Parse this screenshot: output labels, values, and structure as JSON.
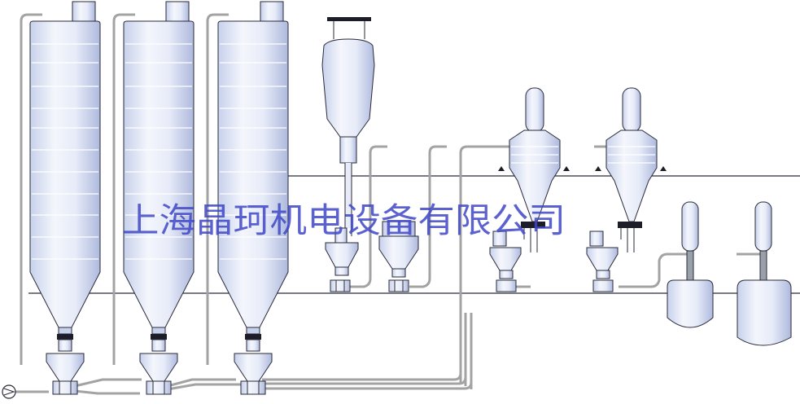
{
  "company_watermark": "上海晶珂机电设备有限公司",
  "colors": {
    "vessel_fill_light": "#eef2fb",
    "vessel_fill_mid": "#c9d3ee",
    "vessel_stroke": "#2a2a3a",
    "pipe": "#a8a8a8",
    "floor_line": "#2a2a3a",
    "band": "#ffffff",
    "watermark": "#3f47c8"
  },
  "equipment": {
    "silos": 3,
    "feed_hopper_with_bag_filter": 1,
    "receiver_hoppers": 2,
    "cyclone_filters": 2,
    "discharge_stations": 2,
    "mixing_tanks": 2,
    "blower": 1
  }
}
